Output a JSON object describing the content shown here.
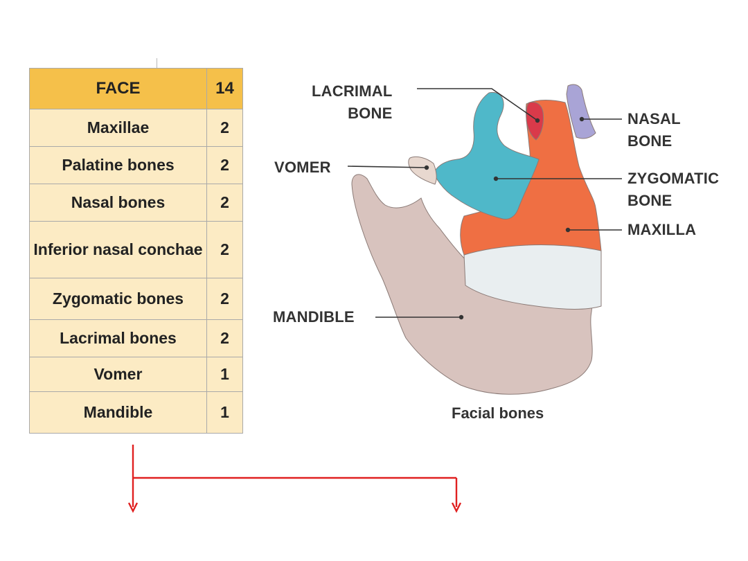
{
  "table": {
    "header": {
      "name": "FACE",
      "count": "14"
    },
    "rows": [
      {
        "name": "Maxillae",
        "count": "2"
      },
      {
        "name": "Palatine bones",
        "count": "2"
      },
      {
        "name": "Nasal bones",
        "count": "2"
      },
      {
        "name": "Inferior nasal conchae",
        "count": "2"
      },
      {
        "name": "Zygomatic bones",
        "count": "2"
      },
      {
        "name": "Lacrimal bones",
        "count": "2"
      },
      {
        "name": "Vomer",
        "count": "1"
      },
      {
        "name": "Mandible",
        "count": "1"
      }
    ]
  },
  "diagram": {
    "labels": {
      "lacrimal_line1": "LACRIMAL",
      "lacrimal_line2": "BONE",
      "vomer": "VOMER",
      "mandible": "MANDIBLE",
      "nasal_line1": "NASAL",
      "nasal_line2": "BONE",
      "zygomatic_line1": "ZYGOMATIC",
      "zygomatic_line2": "BONE",
      "maxilla": "MAXILLA"
    },
    "caption": "Facial bones",
    "colors": {
      "zygomatic": "#4fb8c9",
      "maxilla": "#ef6f43",
      "mandible": "#d8c3be",
      "nasal": "#a9a4d6",
      "lacrimal": "#d93a4a",
      "vomer": "#e8d8cf",
      "teeth": "#e9eef0"
    }
  },
  "arrows": {
    "color": "#e02020"
  }
}
